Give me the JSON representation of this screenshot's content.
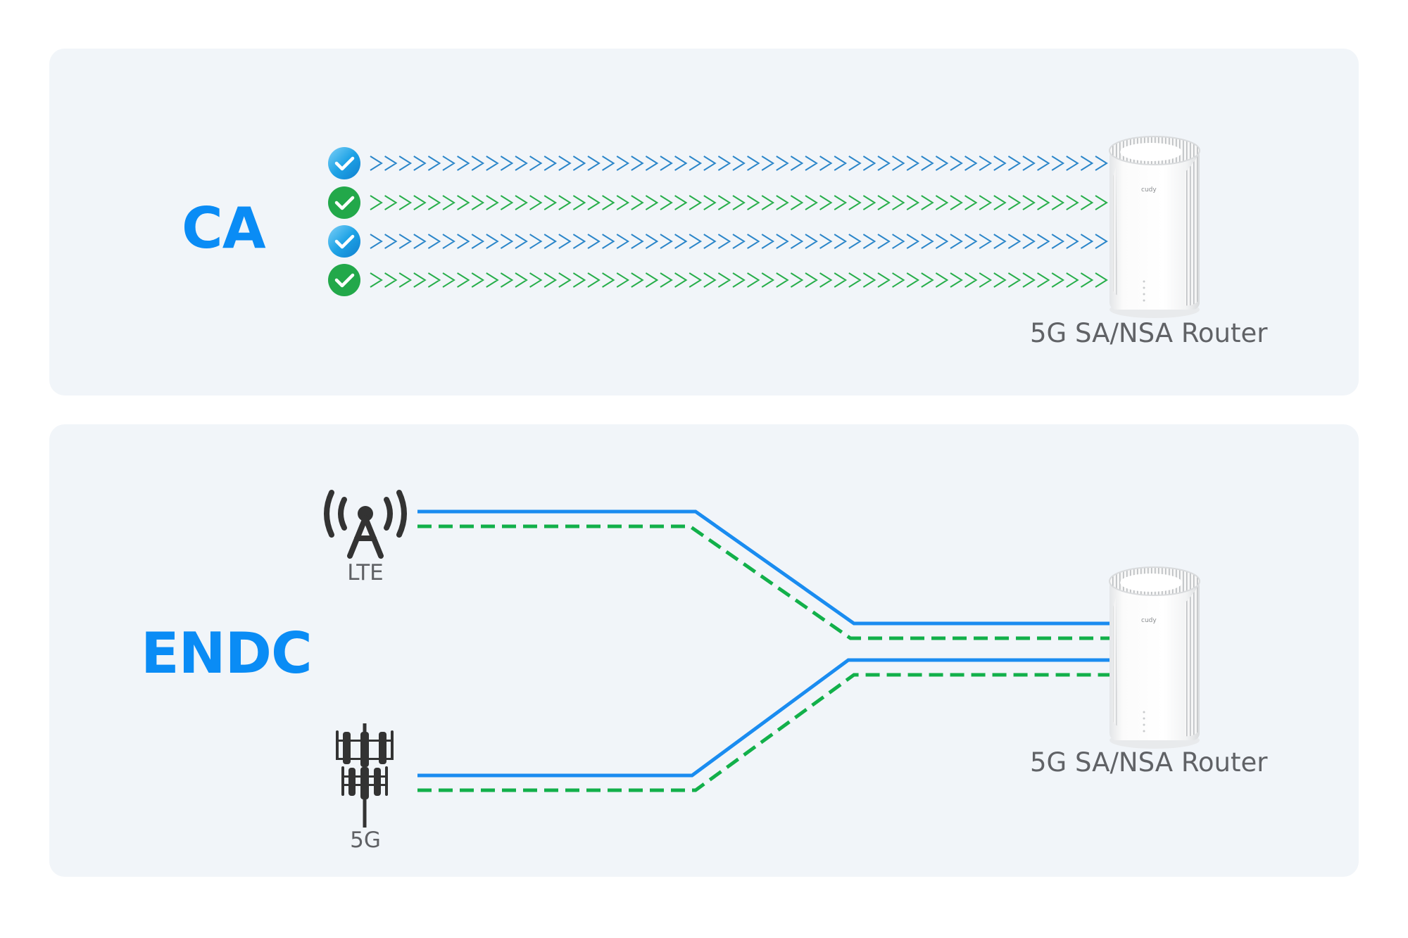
{
  "colors": {
    "panel_bg": "#f1f5f9",
    "accent_blue": "#0a8cf5",
    "chevron_blue": "#2b86c9",
    "chevron_green": "#27ae4a",
    "line_blue": "#1a8cf0",
    "line_green": "#12b04a",
    "icon_dark": "#333333",
    "text_gray": "#606266"
  },
  "ca_section": {
    "title": "CA",
    "router_label": "5G SA/NSA Router",
    "router_brand": "cudy",
    "carriers": [
      {
        "icon": "check-circle-icon",
        "color": "blue"
      },
      {
        "icon": "check-circle-icon",
        "color": "green"
      },
      {
        "icon": "check-circle-icon",
        "color": "blue"
      },
      {
        "icon": "check-circle-icon",
        "color": "green"
      }
    ]
  },
  "endc_section": {
    "title": "ENDC",
    "router_label": "5G SA/NSA Router",
    "router_brand": "cudy",
    "sources": [
      {
        "label": "LTE",
        "icon": "cell-tower-icon"
      },
      {
        "label": "5G",
        "icon": "antenna-array-icon"
      }
    ]
  }
}
